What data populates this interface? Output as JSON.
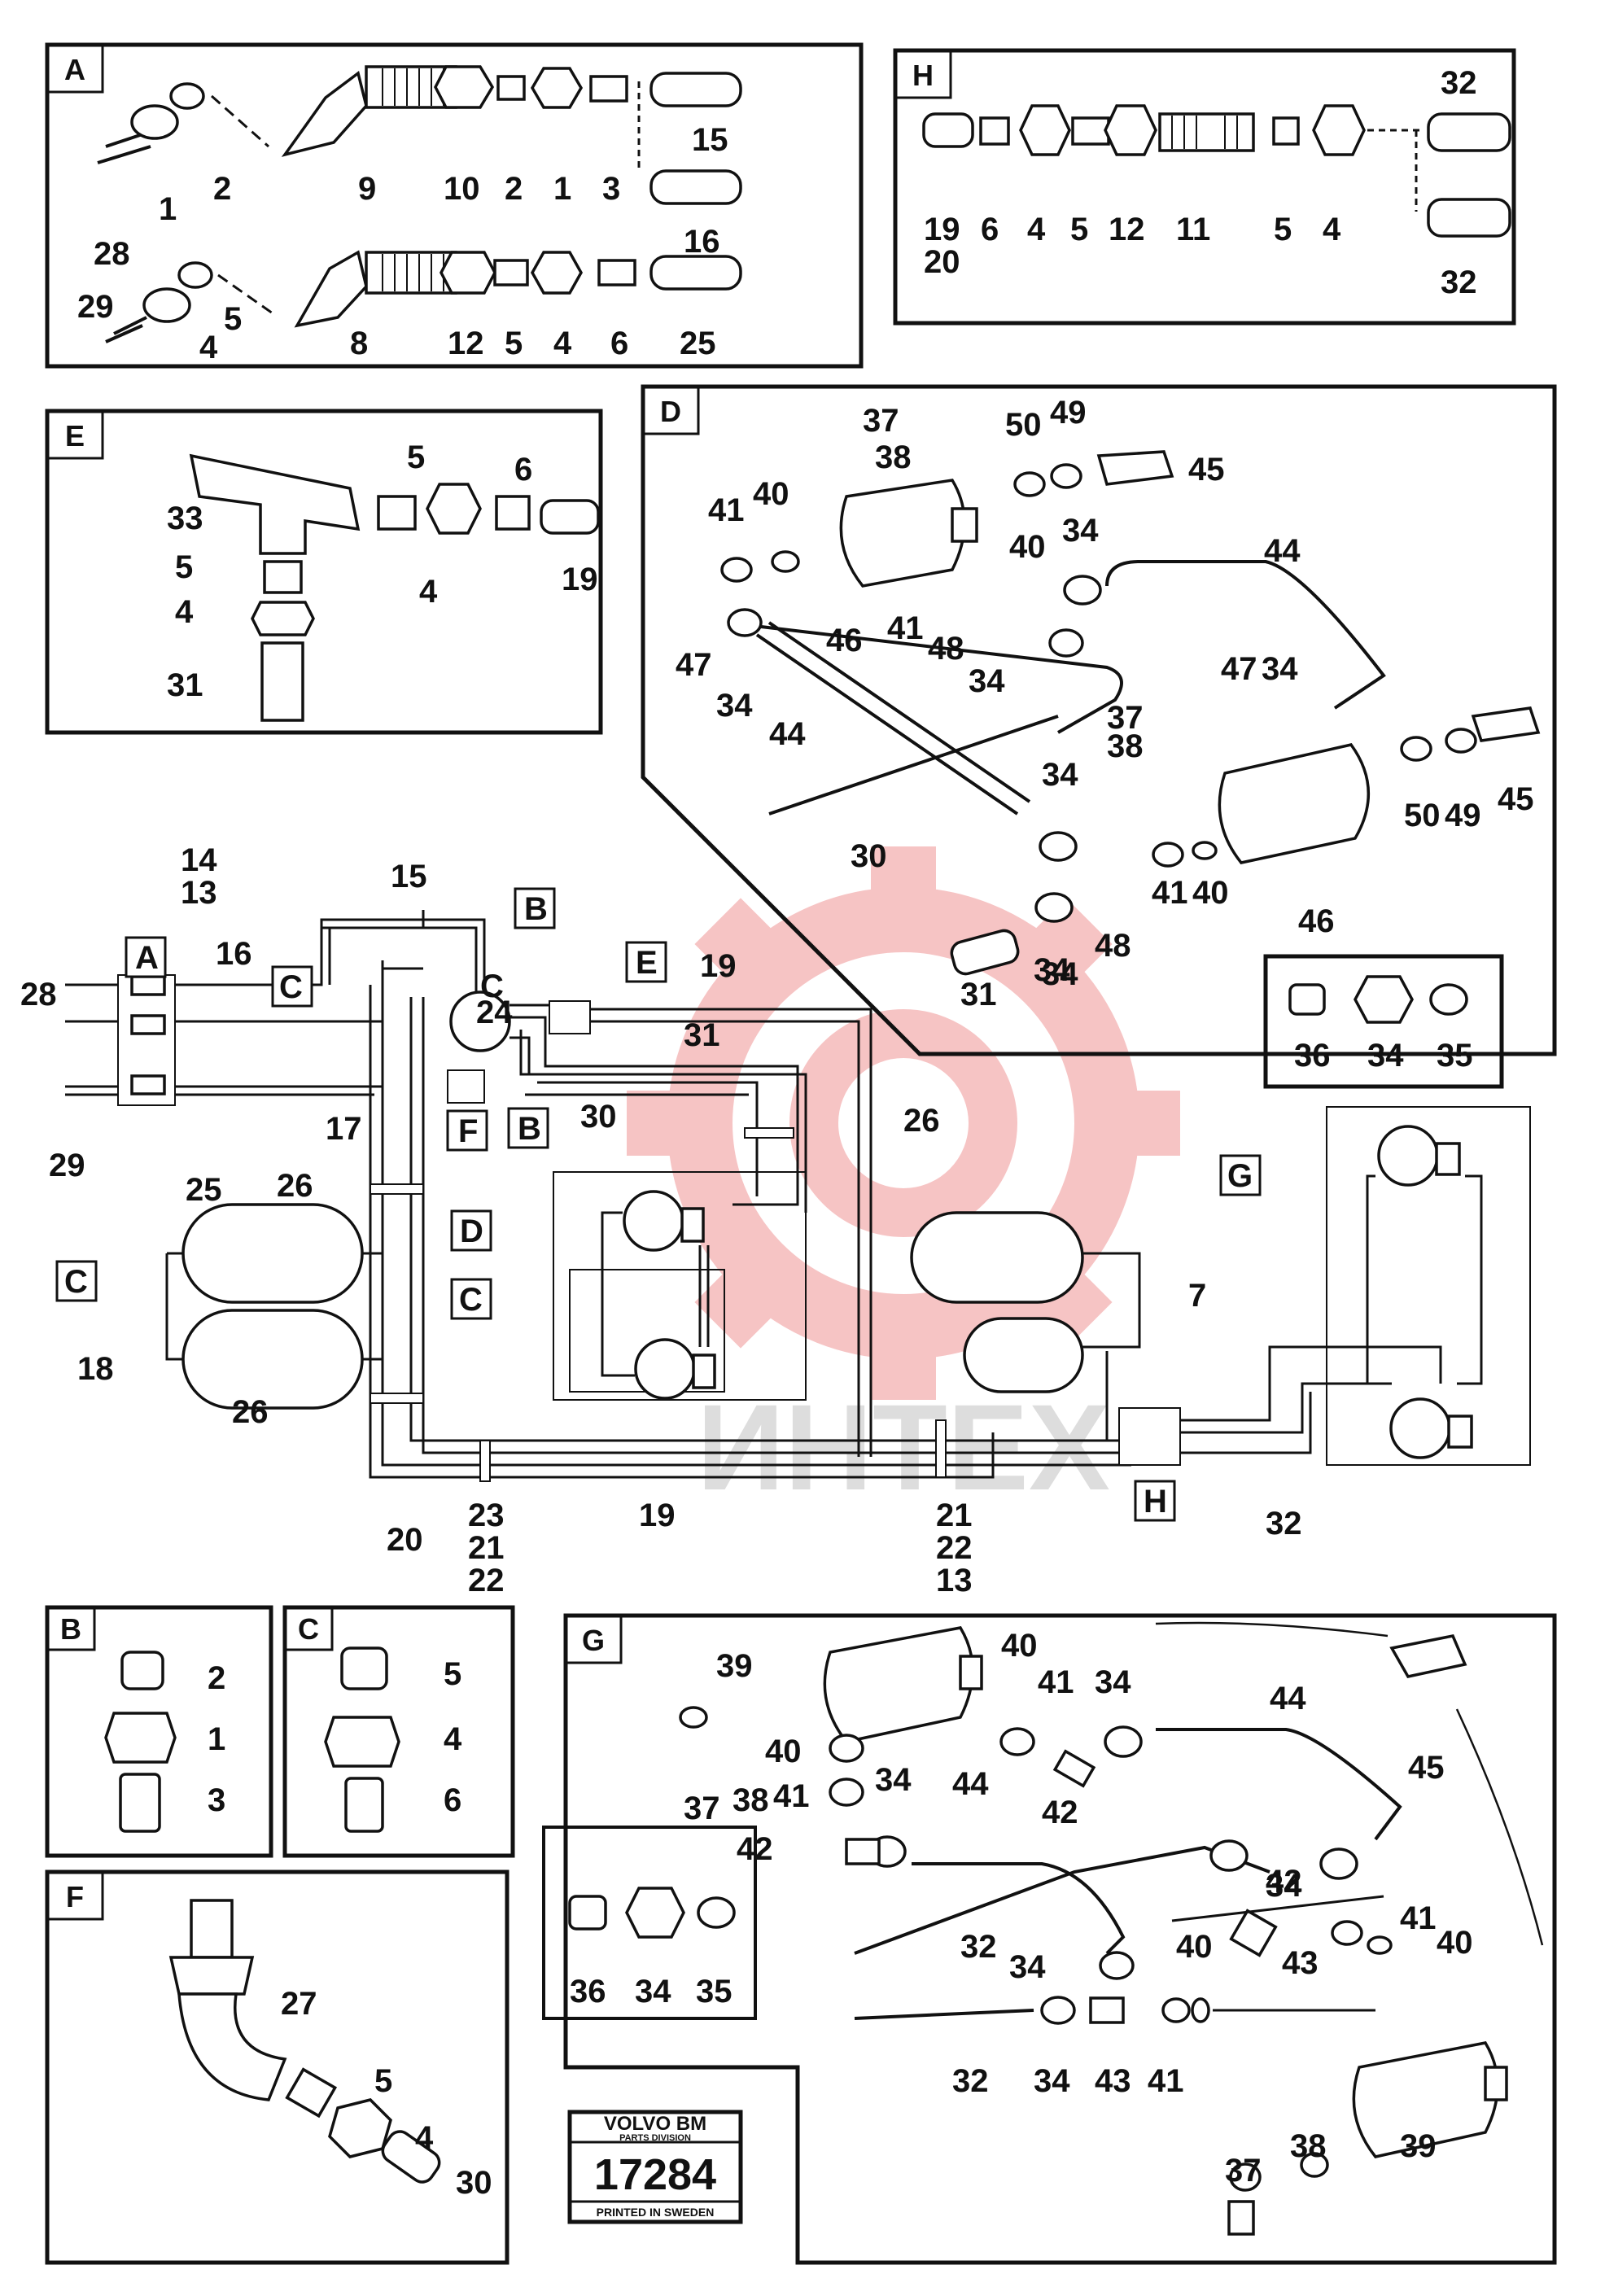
{
  "panels": {
    "A": {
      "letter": "A",
      "labels": [
        "1",
        "2",
        "9",
        "10",
        "2",
        "1",
        "3",
        "15",
        "16",
        "28",
        "29",
        "4",
        "5",
        "8",
        "12",
        "5",
        "4",
        "6",
        "25"
      ]
    },
    "H": {
      "letter": "H",
      "labels": [
        "19",
        "20",
        "6",
        "4",
        "5",
        "12",
        "11",
        "5",
        "4",
        "32",
        "32"
      ]
    },
    "E": {
      "letter": "E",
      "labels": [
        "33",
        "5",
        "4",
        "31",
        "5",
        "4",
        "6",
        "19"
      ]
    },
    "D": {
      "letter": "D",
      "labels": [
        "37",
        "38",
        "50",
        "49",
        "45",
        "41",
        "40",
        "40",
        "34",
        "44",
        "47",
        "34",
        "44",
        "41",
        "48",
        "34",
        "46",
        "37",
        "47",
        "34",
        "38",
        "50",
        "49",
        "45",
        "34",
        "46",
        "30",
        "34",
        "48",
        "41",
        "40",
        "31",
        "34",
        "36",
        "34",
        "35"
      ]
    },
    "B": {
      "letter": "B",
      "labels": [
        "2",
        "1",
        "3"
      ]
    },
    "C": {
      "letter": "C",
      "labels": [
        "5",
        "4",
        "6"
      ]
    },
    "F": {
      "letter": "F",
      "labels": [
        "27",
        "5",
        "4",
        "30"
      ]
    },
    "G": {
      "letter": "G",
      "labels": [
        "39",
        "40",
        "41",
        "34",
        "44",
        "45",
        "37",
        "38",
        "40",
        "41",
        "42",
        "34",
        "44",
        "42",
        "42",
        "34",
        "43",
        "41",
        "40",
        "32",
        "34",
        "40",
        "36",
        "34",
        "35",
        "32",
        "34",
        "43",
        "41",
        "37",
        "38",
        "39"
      ]
    }
  },
  "main_labels": [
    "14",
    "13",
    "15",
    "B",
    "16",
    "28",
    "A",
    "C",
    "24",
    "E",
    "19",
    "31",
    "C",
    "F",
    "B",
    "30",
    "26",
    "17",
    "26",
    "29",
    "25",
    "D",
    "G",
    "C",
    "18",
    "C",
    "7",
    "26",
    "19",
    "21",
    "22",
    "13",
    "H",
    "32",
    "20",
    "23",
    "21",
    "22"
  ],
  "stamp": {
    "brand": "VOLVO BM",
    "division": "PARTS DIVISION",
    "number": "17284",
    "printed": "PRINTED IN SWEDEN"
  },
  "watermark": {
    "text": "ИНТЕХ",
    "color": "#e8585a"
  },
  "colors": {
    "ink": "#111111",
    "paper": "#ffffff",
    "watermark": "#f2b5b5"
  }
}
